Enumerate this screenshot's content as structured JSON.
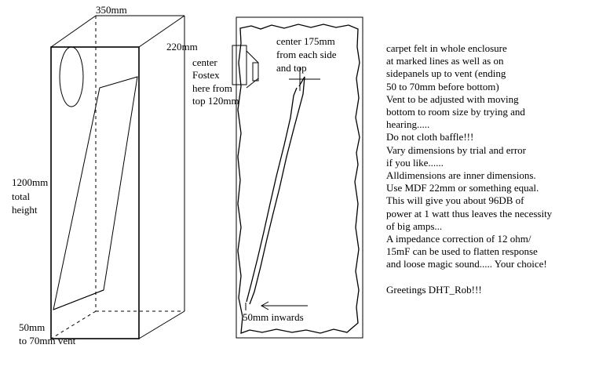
{
  "labels": {
    "width": "350mm",
    "depth": "220mm",
    "height_value": "1200mm",
    "height_total": "total",
    "height_word": "height",
    "vent_range_1": "50mm",
    "vent_range_2": "to 70mm vent",
    "center_fostex_1": "center",
    "center_fostex_2": "Fostex",
    "center_fostex_3": "here from",
    "center_fostex_4": "top 120mm",
    "center_175_1": "center 175mm",
    "center_175_2": "from each side",
    "center_175_3": "and top",
    "inwards": "50mm inwards"
  },
  "notes": [
    "carpet felt in whole enclosure",
    "at marked lines as well as on",
    "sidepanels up to vent (ending",
    "50 to 70mm before bottom)",
    "Vent to be adjusted with moving",
    "bottom to room size by trying and",
    "hearing.....",
    "Do not cloth baffle!!!",
    "Vary dimensions by trial and error",
    "if you like......",
    "Alldimensions are inner dimensions.",
    "Use MDF 22mm or something equal.",
    "This will give you about 96DB of",
    "power at 1 watt thus leaves the necessity",
    "of big amps...",
    "A impedance correction of 12 ohm/",
    "15mF can be used to flatten response",
    "and loose magic sound..... Your choice!"
  ],
  "greeting": "Greetings  DHT_Rob!!!"
}
